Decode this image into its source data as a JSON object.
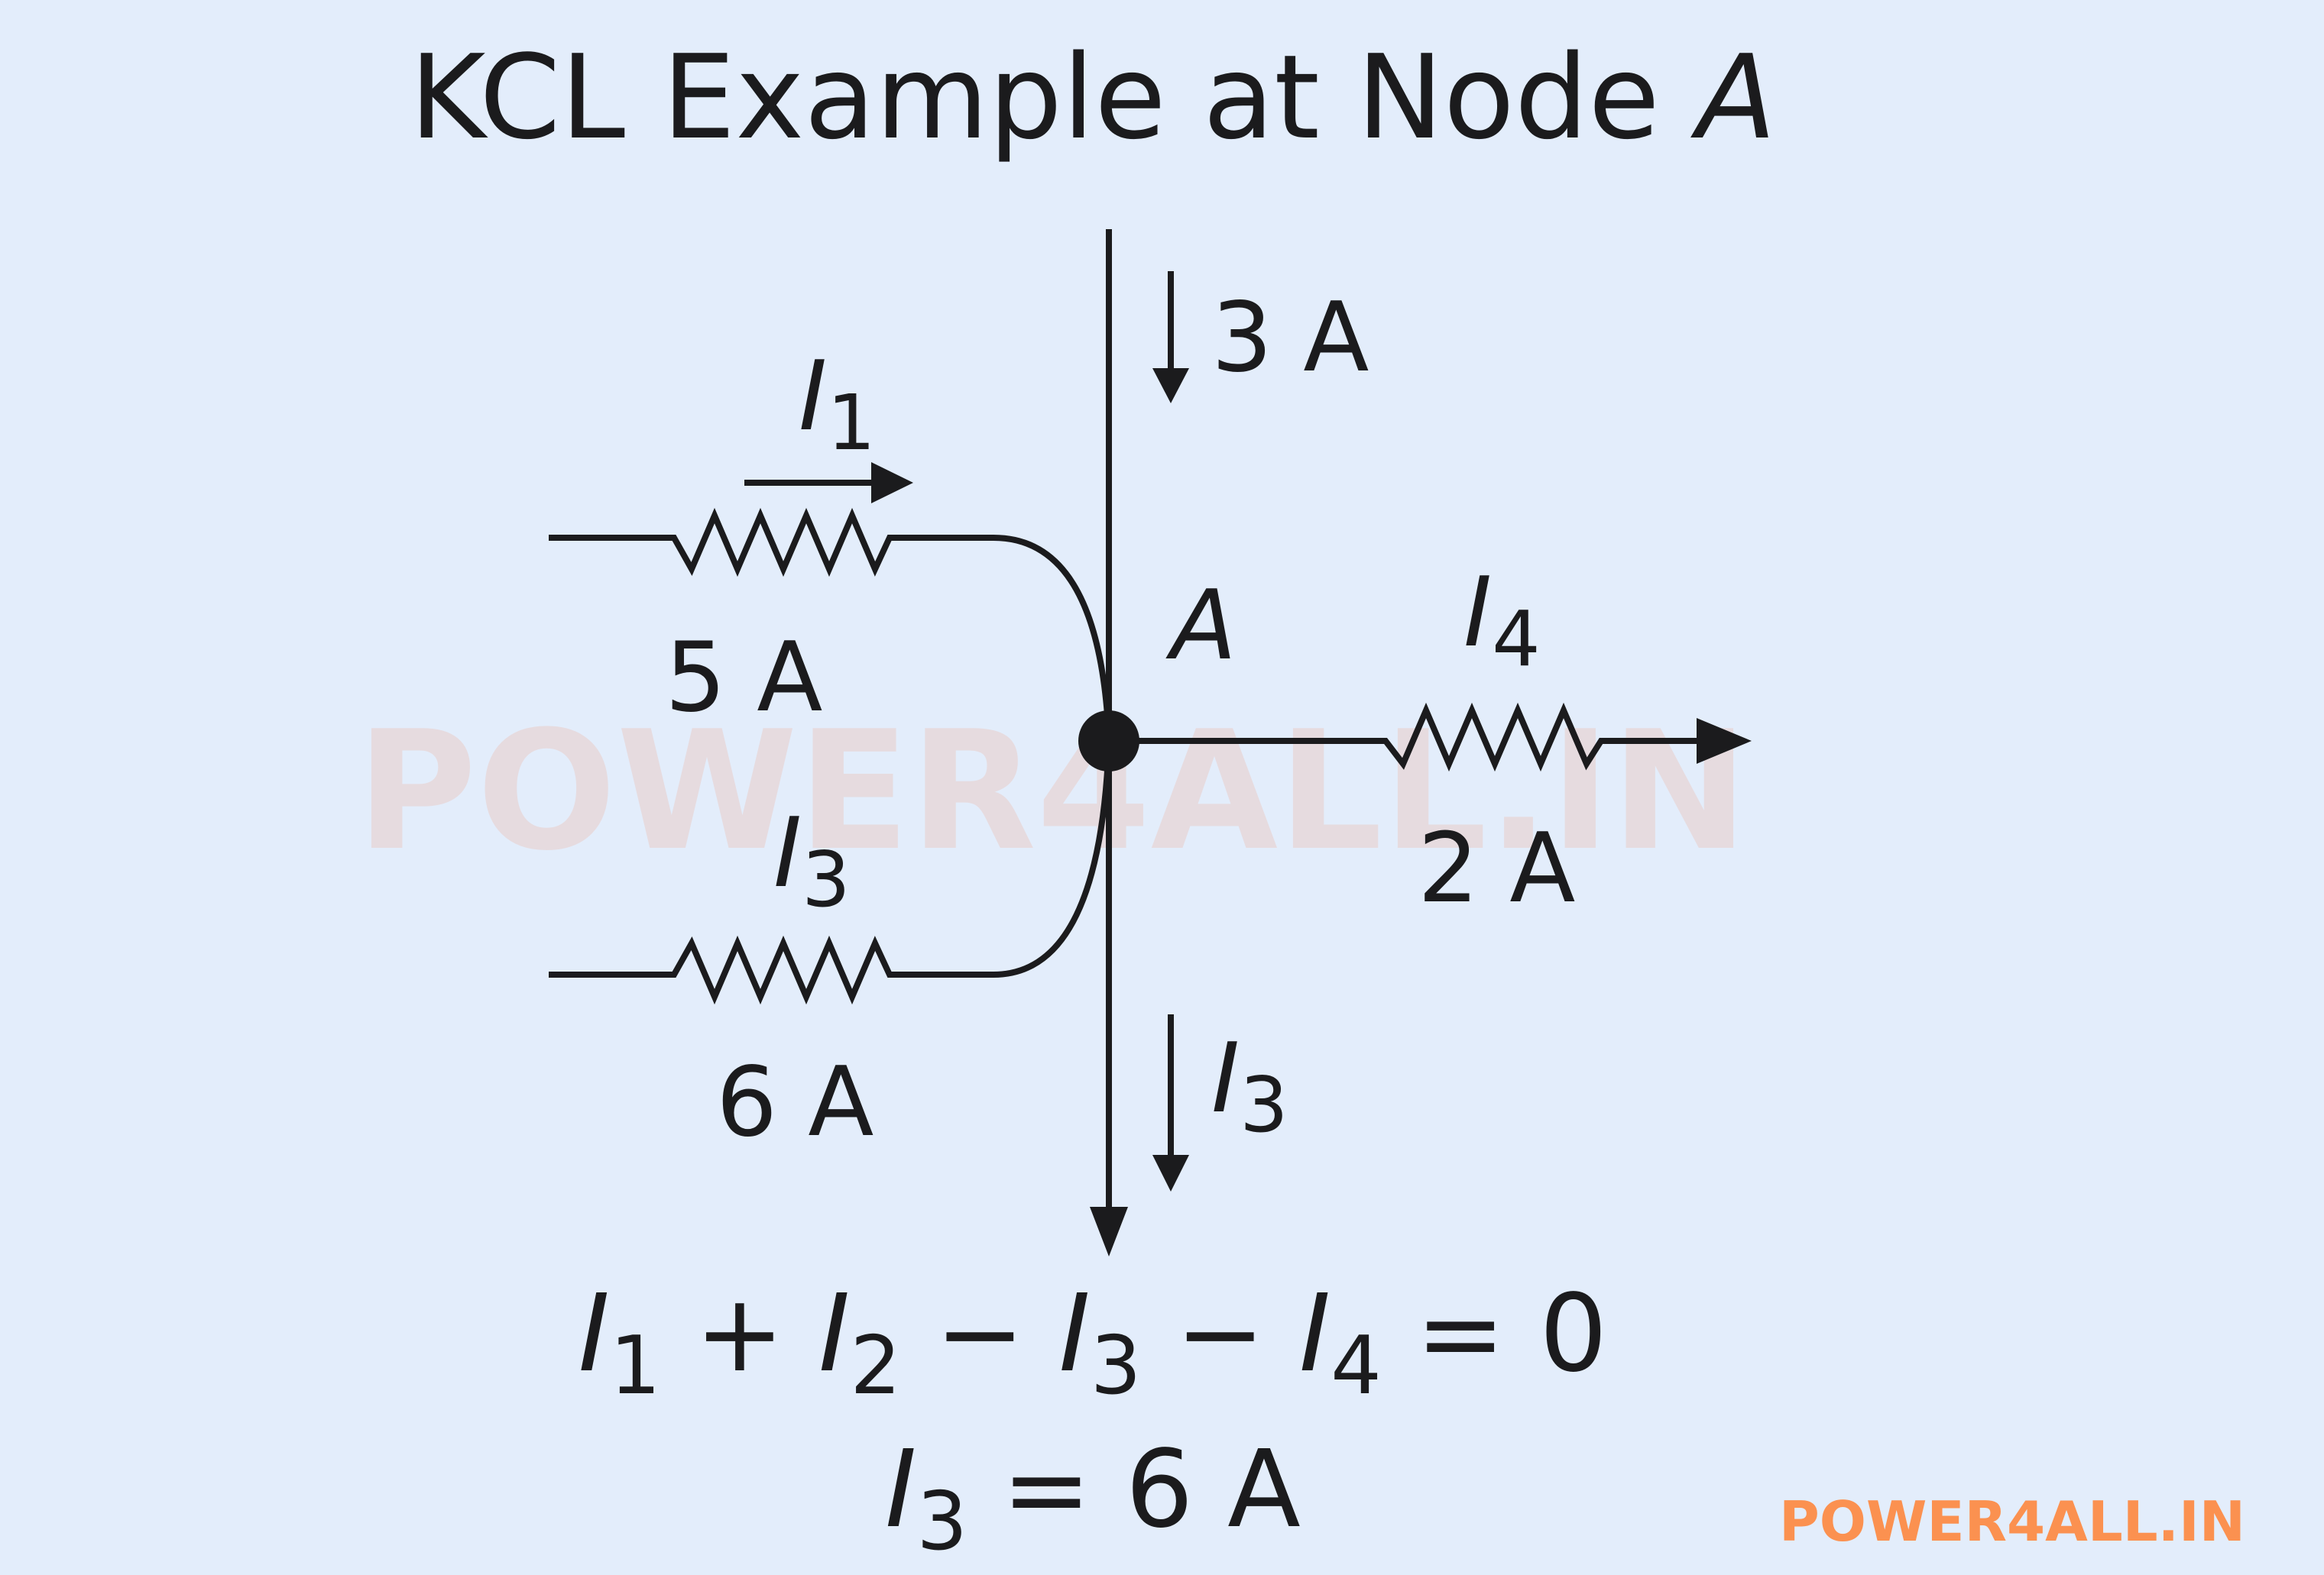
{
  "title": {
    "text": "KCL Example at Node ",
    "node": "A"
  },
  "node_label": "A",
  "branches": {
    "top_vertical": {
      "current": "3 A"
    },
    "i1": {
      "var": "I",
      "sub": "1",
      "current": "5 A"
    },
    "i3_left": {
      "var": "I",
      "sub": "3",
      "current": "6 A"
    },
    "i4": {
      "var": "I",
      "sub": "4",
      "current": "2 A"
    },
    "i3_bottom": {
      "var": "I",
      "sub": "3"
    }
  },
  "equation": {
    "terms": [
      {
        "var": "I",
        "sub": "1",
        "op": " + "
      },
      {
        "var": "I",
        "sub": "2",
        "op": " − "
      },
      {
        "var": "I",
        "sub": "3",
        "op": " − "
      },
      {
        "var": "I",
        "sub": "4",
        "op": " = 0"
      }
    ],
    "result": {
      "var": "I",
      "sub": "3",
      "rest": " = 6 A"
    }
  },
  "watermark": "POWER4ALL.IN",
  "logo": "POWER4ALL.IN",
  "colors": {
    "background": "#e3edfb",
    "ink": "#1b1b1d",
    "logo": "#fb9150"
  }
}
